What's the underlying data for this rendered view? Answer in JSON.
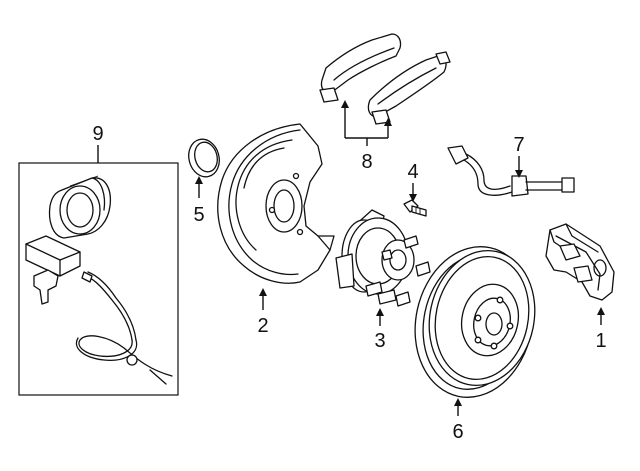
{
  "diagram": {
    "labels": {
      "caliper": "1",
      "splash_shield": "2",
      "hub_bearing": "3",
      "bolt": "4",
      "seal": "5",
      "rotor": "6",
      "hose": "7",
      "pads": "8",
      "kit": "9"
    }
  }
}
